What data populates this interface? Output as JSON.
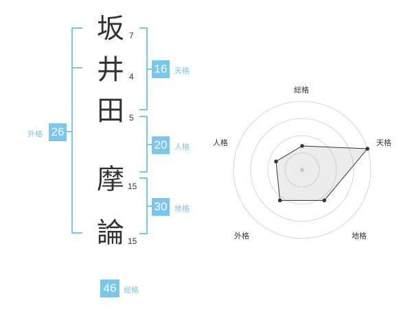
{
  "name": {
    "chars": [
      {
        "char": "坂",
        "strokes": "7"
      },
      {
        "char": "井",
        "strokes": "4"
      },
      {
        "char": "田",
        "strokes": "5"
      },
      {
        "char": "摩",
        "strokes": "15"
      },
      {
        "char": "論",
        "strokes": "15"
      }
    ]
  },
  "scores": {
    "tenkaku": {
      "value": "16",
      "label": "天格"
    },
    "jinkaku": {
      "value": "20",
      "label": "人格"
    },
    "chikaku": {
      "value": "30",
      "label": "地格"
    },
    "gaikaku": {
      "value": "26",
      "label": "外格"
    },
    "soukaku": {
      "value": "46",
      "label": "総格"
    }
  },
  "colors": {
    "accent": "#79c6ee",
    "text": "#333333",
    "grid": "#cccccc"
  },
  "chart_data": {
    "type": "radar",
    "axes": [
      "総格",
      "天格",
      "地格",
      "外格",
      "人格"
    ],
    "values": [
      0.35,
      1.0,
      0.55,
      0.55,
      0.4
    ],
    "rings": 4,
    "grid": true
  }
}
